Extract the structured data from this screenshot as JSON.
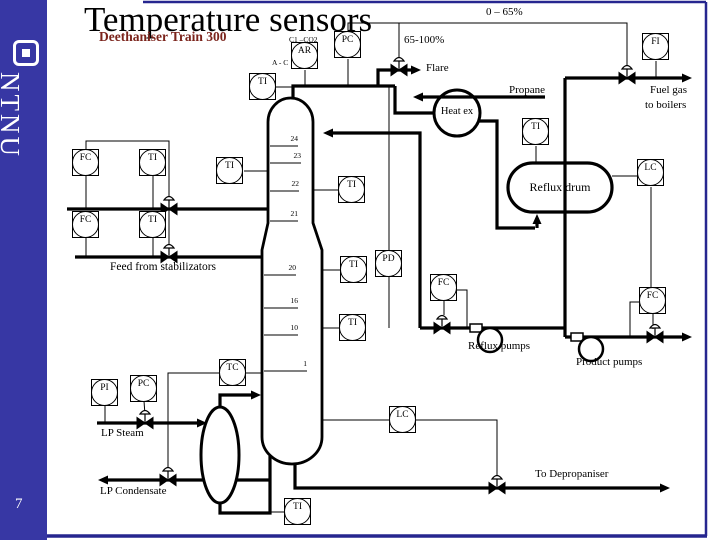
{
  "slide": {
    "logo_text": "NTNU",
    "page_number": "7",
    "title": "Temperature sensors",
    "subtitle": "Deethaniser Train 300"
  },
  "colors": {
    "sidebar_blue": "#3737a4",
    "frame_navy": "#26268f",
    "subtitle_maroon": "#7b241c",
    "line_black": "#000000"
  },
  "labels": {
    "range_low": "0 – 65%",
    "range_high": "65-100%",
    "flare": "Flare",
    "propane": "Propane",
    "fuel_gas": "Fuel gas",
    "to_boilers": "to boilers",
    "heat_ex": "Heat ex",
    "reflux_drum": "Reflux drum",
    "feed": "Feed from stabilizators",
    "reflux_pumps": "Reflux pumps",
    "product_pumps": "Product pumps",
    "lp_steam": "LP Steam",
    "lp_condensate": "LP Condensate",
    "to_depropaniser": "To Depropaniser",
    "stream_note": "C1 –CO2",
    "analyzer_note": "A - C"
  },
  "trays": {
    "labels": [
      "24",
      "23",
      "22",
      "21",
      "20",
      "16",
      "10",
      "1"
    ]
  },
  "instruments": [
    {
      "tag": "TI"
    },
    {
      "tag": "AR"
    },
    {
      "tag": "PC"
    },
    {
      "tag": "FI"
    },
    {
      "tag": "TI"
    },
    {
      "tag": "LC"
    },
    {
      "tag": "FC"
    },
    {
      "tag": "TI"
    },
    {
      "tag": "TI"
    },
    {
      "tag": "TI"
    },
    {
      "tag": "FC"
    },
    {
      "tag": "TI"
    },
    {
      "tag": "TI"
    },
    {
      "tag": "PD"
    },
    {
      "tag": "FC"
    },
    {
      "tag": "TI"
    },
    {
      "tag": "FC"
    },
    {
      "tag": "TC"
    },
    {
      "tag": "PC"
    },
    {
      "tag": "PI"
    },
    {
      "tag": "LC"
    },
    {
      "tag": "TI"
    }
  ]
}
